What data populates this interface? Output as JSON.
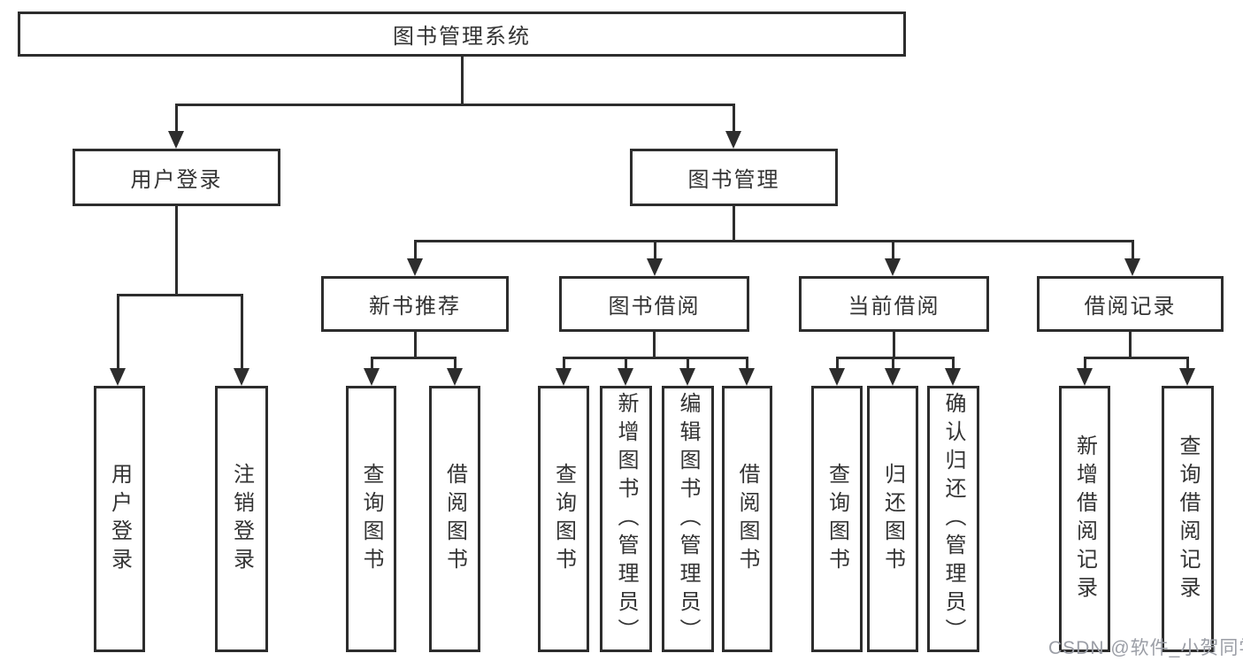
{
  "root": {
    "label": "图书管理系统"
  },
  "level2": [
    {
      "label": "用户登录"
    },
    {
      "label": "图书管理"
    }
  ],
  "level3": [
    {
      "label": "新书推荐"
    },
    {
      "label": "图书借阅"
    },
    {
      "label": "当前借阅"
    },
    {
      "label": "借阅记录"
    }
  ],
  "level4": [
    {
      "label": "用户登录",
      "parent": "用户登录"
    },
    {
      "label": "注销登录",
      "parent": "用户登录"
    },
    {
      "label": "查询图书",
      "parent": "新书推荐"
    },
    {
      "label": "借阅图书",
      "parent": "新书推荐"
    },
    {
      "label": "查询图书",
      "parent": "图书借阅"
    },
    {
      "label": "新增图书（管理员）",
      "parent": "图书借阅"
    },
    {
      "label": "编辑图书（管理员）",
      "parent": "图书借阅"
    },
    {
      "label": "借阅图书",
      "parent": "图书借阅"
    },
    {
      "label": "查询图书",
      "parent": "当前借阅"
    },
    {
      "label": "归还图书",
      "parent": "当前借阅"
    },
    {
      "label": "确认归还（管理员）",
      "parent": "当前借阅"
    },
    {
      "label": "新增借阅记录",
      "parent": "借阅记录"
    },
    {
      "label": "查询借阅记录",
      "parent": "借阅记录"
    }
  ],
  "watermark": "CSDN @软件_小贺同学",
  "colors": {
    "line": "#2d2d2d",
    "text": "#333333",
    "watermark": "#9b9ea6",
    "background": "#ffffff"
  }
}
